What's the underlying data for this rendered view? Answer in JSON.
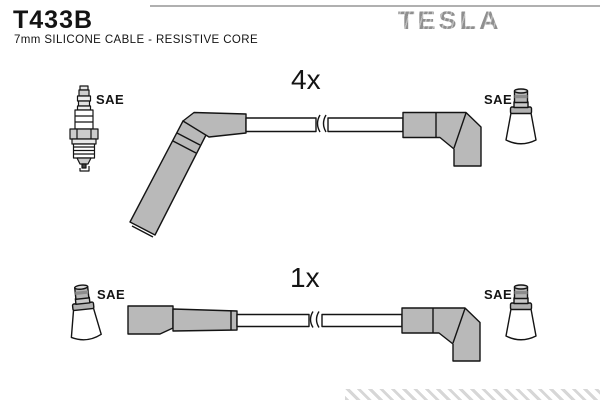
{
  "header": {
    "part_number": "T433B",
    "subtitle": "7mm SILICONE CABLE - RESISTIVE CORE",
    "brand": "TESLA"
  },
  "diagram": {
    "groups": [
      {
        "name": "angled-boot-cable",
        "quantity_label": "4x",
        "left_terminal": "SAE",
        "right_terminal": "SAE",
        "left_icon": "spark-plug-icon",
        "right_icon": "sae-terminal-icon"
      },
      {
        "name": "straight-boot-cable",
        "quantity_label": "1x",
        "left_terminal": "SAE",
        "right_terminal": "SAE",
        "left_icon": "sae-terminal-icon",
        "right_icon": "sae-terminal-icon"
      }
    ]
  },
  "colors": {
    "brand_gray": "#9a9a9a",
    "boot_gray": "#b9b9b9",
    "outline": "#141414",
    "hatch_gray": "#d7d7d7"
  }
}
